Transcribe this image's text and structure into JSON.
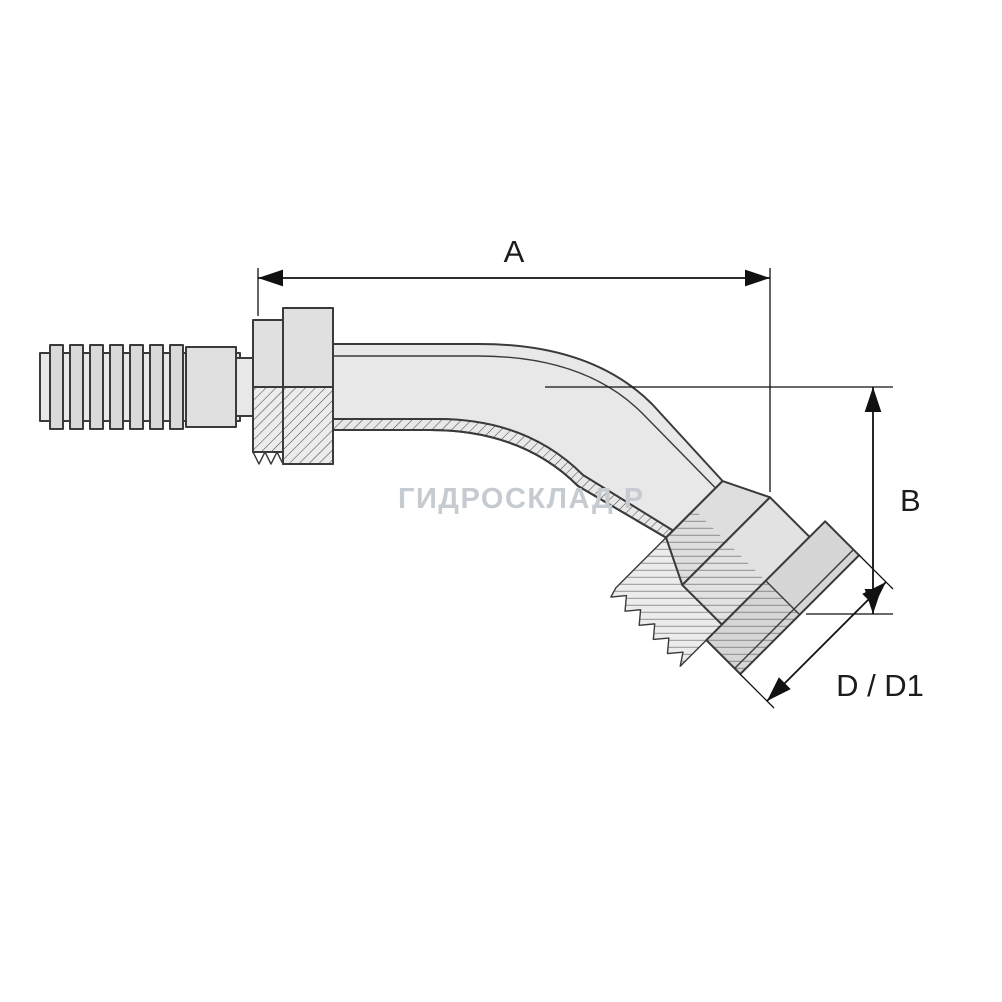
{
  "drawing": {
    "labels": {
      "a": "A",
      "b": "B",
      "d": "D / D1"
    },
    "watermark": "ГИДРОСКЛАД Р",
    "colors": {
      "line": "#3a3a3a",
      "dimension_line": "#111111",
      "fill_body": "#e8e8e8",
      "fill_rib": "#d9d9d9",
      "fill_flange": "#d6d6d6",
      "hatch": "#4a4a4a",
      "watermark": "#c5cbd1",
      "background": "#ffffff"
    }
  }
}
